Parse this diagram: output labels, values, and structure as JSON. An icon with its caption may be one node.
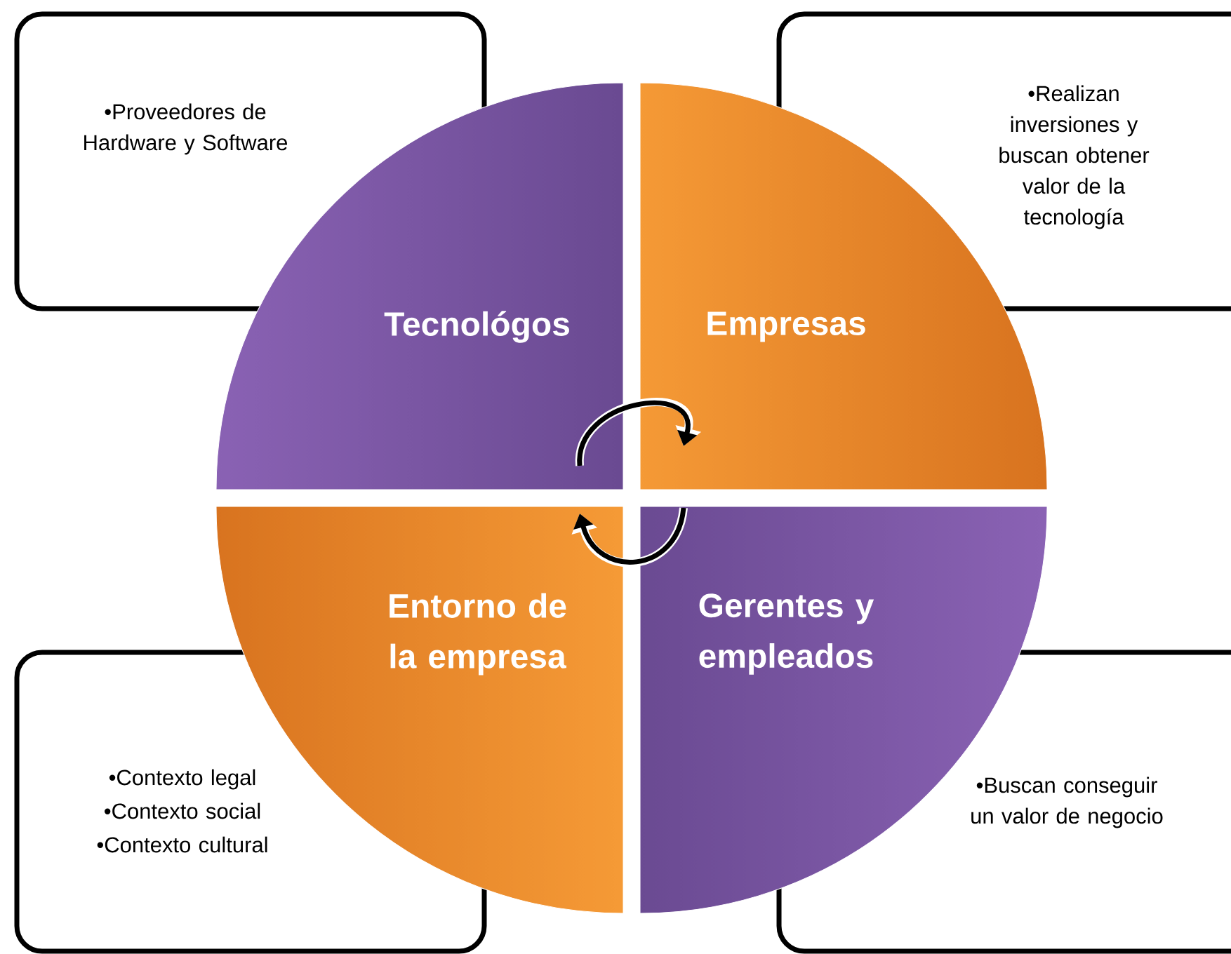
{
  "diagram": {
    "nodes": [
      {
        "text": [
          "Tecnológos"
        ]
      },
      {
        "text": [
          "Empresas"
        ]
      },
      {
        "text": [
          "Entorno de la empresa"
        ]
      },
      {
        "text": [
          "Gerentes y empleados"
        ]
      },
      {
        "text": [
          "•Proveedores de Hardware y Software"
        ]
      },
      {
        "text": [
          "•Realizan inversiones y buscan obtener valor de la tecnología"
        ]
      },
      {
        "text": [
          "•Contexto legal",
          "•Contexto social",
          "•Contexto cultural"
        ]
      },
      {
        "text": [
          "•Buscan conseguir un valor de negocio"
        ]
      }
    ],
    "edges": [
      {
        "from": 0,
        "to": 1,
        "arrow": "to"
      },
      {
        "from": 3,
        "to": 2,
        "arrow": "to",
        "color": "#000000"
      }
    ]
  }
}
